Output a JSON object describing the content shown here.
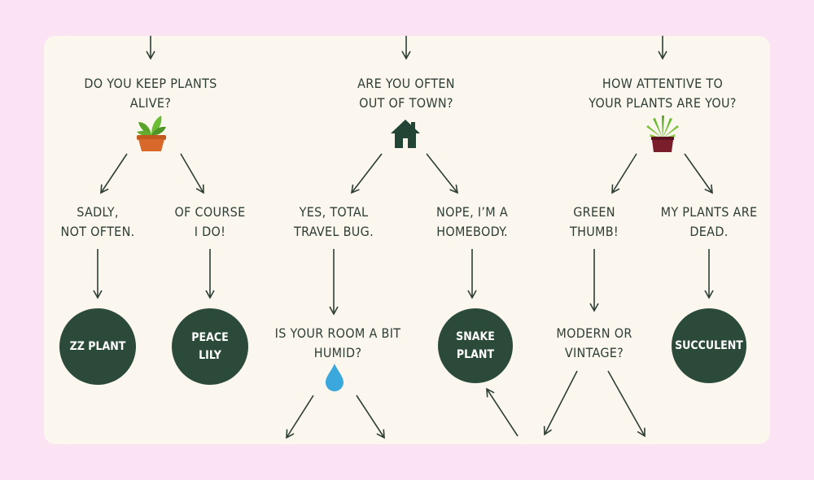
{
  "questions": {
    "keep_plants_alive": "DO YOU KEEP PLANTS\nALIVE?",
    "out_of_town": "ARE YOU OFTEN\nOUT OF TOWN?",
    "attentive": "HOW ATTENTIVE TO\nYOUR PLANTS ARE YOU?",
    "room_humid": "IS YOUR ROOM A BIT\nHUMID?",
    "modern_vintage": "MODERN OR\nVINTAGE?"
  },
  "answers": {
    "sadly_not_often": "SADLY,\nNOT OFTEN.",
    "of_course": "OF COURSE\nI DO!",
    "travel_bug": "YES, TOTAL\nTRAVEL BUG.",
    "homebody": "NOPE, I’M A\nHOMEBODY.",
    "green_thumb": "GREEN\nTHUMB!",
    "plants_dead": "MY PLANTS ARE\nDEAD."
  },
  "results": {
    "zz_plant": "ZZ PLANT",
    "peace_lily": "PEACE\nLILY",
    "snake_plant": "SNAKE\nPLANT",
    "succulent": "SUCCULENT"
  },
  "icons": [
    "potted-plant-icon",
    "house-icon",
    "succulent-pot-icon",
    "water-drop-icon"
  ],
  "colors": {
    "background": "#fbe3f3",
    "panel": "#fbf7ee",
    "circle": "#2c4a3a",
    "text": "#2e3e34",
    "drop": "#3aa8dc",
    "orange_pot": "#d9692a",
    "maroon_pot": "#7a1e2c",
    "leaf": "#5aa32a"
  }
}
